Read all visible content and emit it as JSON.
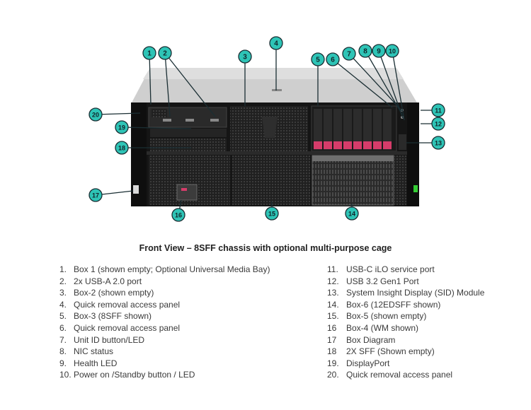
{
  "caption": "Front View – 8SFF chassis with optional multi-purpose cage",
  "colors": {
    "callout_fill": "#2ec4b6",
    "callout_line": "#1a2e33",
    "chassis_front": "#1a1a1a",
    "chassis_top": "#c8c8c8",
    "drive_latch": "#d63c6a"
  },
  "callouts": [
    "1",
    "2",
    "3",
    "4",
    "5",
    "6",
    "7",
    "8",
    "9",
    "10",
    "11",
    "12",
    "13",
    "14",
    "15",
    "16",
    "17",
    "18",
    "19",
    "20"
  ],
  "legend_left": [
    {
      "num": "1.",
      "text": "Box 1 (shown empty; Optional Universal Media Bay)"
    },
    {
      "num": "2.",
      "text": "2x USB-A 2.0 port"
    },
    {
      "num": "3.",
      "text": "Box-2 (shown empty)"
    },
    {
      "num": "4.",
      "text": "Quick removal access panel"
    },
    {
      "num": "5.",
      "text": "Box-3 (8SFF shown)"
    },
    {
      "num": "6.",
      "text": "Quick removal access panel"
    },
    {
      "num": "7.",
      "text": "Unit ID button/LED"
    },
    {
      "num": "8.",
      "text": "NIC status"
    },
    {
      "num": "9.",
      "text": "Health LED"
    },
    {
      "num": "10.",
      "text": "Power on /Standby button / LED"
    }
  ],
  "legend_right": [
    {
      "num": "11.",
      "text": "USB-C iLO service port"
    },
    {
      "num": "12.",
      "text": "USB 3.2 Gen1 Port"
    },
    {
      "num": "13.",
      "text": "System Insight Display (SID) Module"
    },
    {
      "num": "14.",
      "text": "Box-6 (12EDSFF shown)"
    },
    {
      "num": "15.",
      "text": "Box-5 (shown empty)"
    },
    {
      "num": "16",
      "text": "Box-4 (WM shown)"
    },
    {
      "num": "17",
      "text": "Box Diagram"
    },
    {
      "num": "18",
      "text": "2X SFF (Shown empty)"
    },
    {
      "num": "19.",
      "text": "DisplayPort"
    },
    {
      "num": "20.",
      "text": "Quick removal access panel"
    }
  ]
}
